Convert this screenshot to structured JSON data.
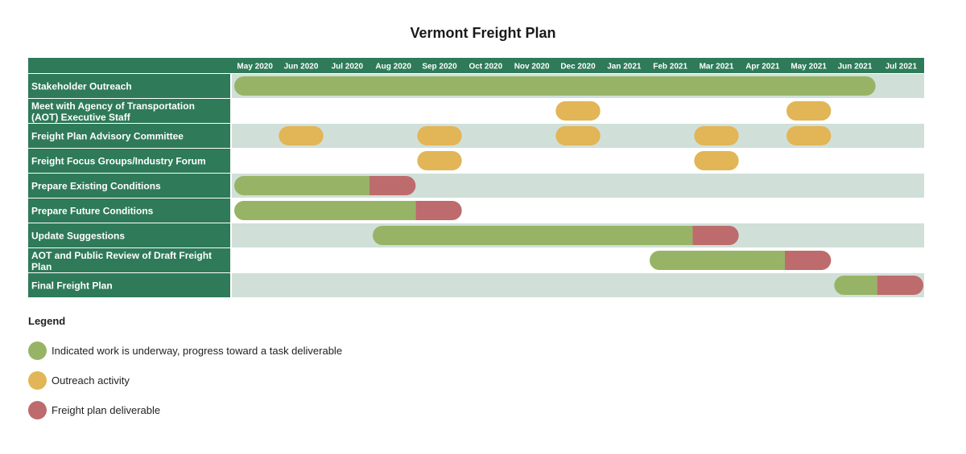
{
  "chart_data": {
    "type": "gantt",
    "title": "Vermont Freight Plan",
    "months": [
      "May 2020",
      "Jun 2020",
      "Jul 2020",
      "Aug 2020",
      "Sep 2020",
      "Oct 2020",
      "Nov 2020",
      "Dec 2020",
      "Jan 2021",
      "Feb 2021",
      "Mar 2021",
      "Apr 2021",
      "May 2021",
      "Jun 2021",
      "Jul 2021"
    ],
    "tasks": [
      {
        "name": "Stakeholder Outreach",
        "bars": [
          {
            "type": "work",
            "start": "May 2020",
            "end": "Jun 2021"
          }
        ]
      },
      {
        "name": "Meet with Agency of Transportation (AOT) Executive Staff",
        "bars": [
          {
            "type": "outreach",
            "month": "Dec 2020"
          },
          {
            "type": "outreach",
            "month": "May 2021"
          }
        ]
      },
      {
        "name": "Freight Plan Advisory Committee",
        "bars": [
          {
            "type": "outreach",
            "month": "Jun 2020"
          },
          {
            "type": "outreach",
            "month": "Sep 2020"
          },
          {
            "type": "outreach",
            "month": "Dec 2020"
          },
          {
            "type": "outreach",
            "month": "Mar 2021"
          },
          {
            "type": "outreach",
            "month": "May 2021"
          }
        ]
      },
      {
        "name": "Freight Focus Groups/Industry Forum",
        "bars": [
          {
            "type": "outreach",
            "month": "Sep 2020"
          },
          {
            "type": "outreach",
            "month": "Mar 2021"
          }
        ]
      },
      {
        "name": "Prepare Existing Conditions",
        "bars": [
          {
            "type": "work",
            "start": "May 2020",
            "end": "Jul 2020"
          },
          {
            "type": "deliverable",
            "month": "Aug 2020"
          }
        ]
      },
      {
        "name": "Prepare Future Conditions",
        "bars": [
          {
            "type": "work",
            "start": "May 2020",
            "end": "Aug 2020"
          },
          {
            "type": "deliverable",
            "month": "Sep 2020"
          }
        ]
      },
      {
        "name": "Update Suggestions",
        "bars": [
          {
            "type": "work",
            "start": "Aug 2020",
            "end": "Feb 2021"
          },
          {
            "type": "deliverable",
            "month": "Mar 2021"
          }
        ]
      },
      {
        "name": "AOT and Public Review of Draft Freight Plan",
        "bars": [
          {
            "type": "work",
            "start": "Feb 2021",
            "end": "Apr 2021"
          },
          {
            "type": "deliverable",
            "month": "May 2021"
          }
        ]
      },
      {
        "name": "Final Freight Plan",
        "bars": [
          {
            "type": "work",
            "start": "Jun 2021",
            "end": "Jun 2021"
          },
          {
            "type": "deliverable",
            "month": "Jul 2021"
          }
        ]
      }
    ],
    "legend": {
      "title": "Legend",
      "items": [
        {
          "type": "work",
          "label": "Indicated work is underway, progress toward a task deliverable",
          "color": "#97b466"
        },
        {
          "type": "outreach",
          "label": "Outreach activity",
          "color": "#e2b556"
        },
        {
          "type": "deliverable",
          "label": "Freight plan deliverable",
          "color": "#bd6b6c"
        }
      ]
    },
    "colors": {
      "header": "#2e7a59",
      "row_shade": "#d0e0d9",
      "row_plain": "#ffffff",
      "work": "#97b466",
      "outreach": "#e2b556",
      "deliverable": "#bd6b6c"
    }
  }
}
